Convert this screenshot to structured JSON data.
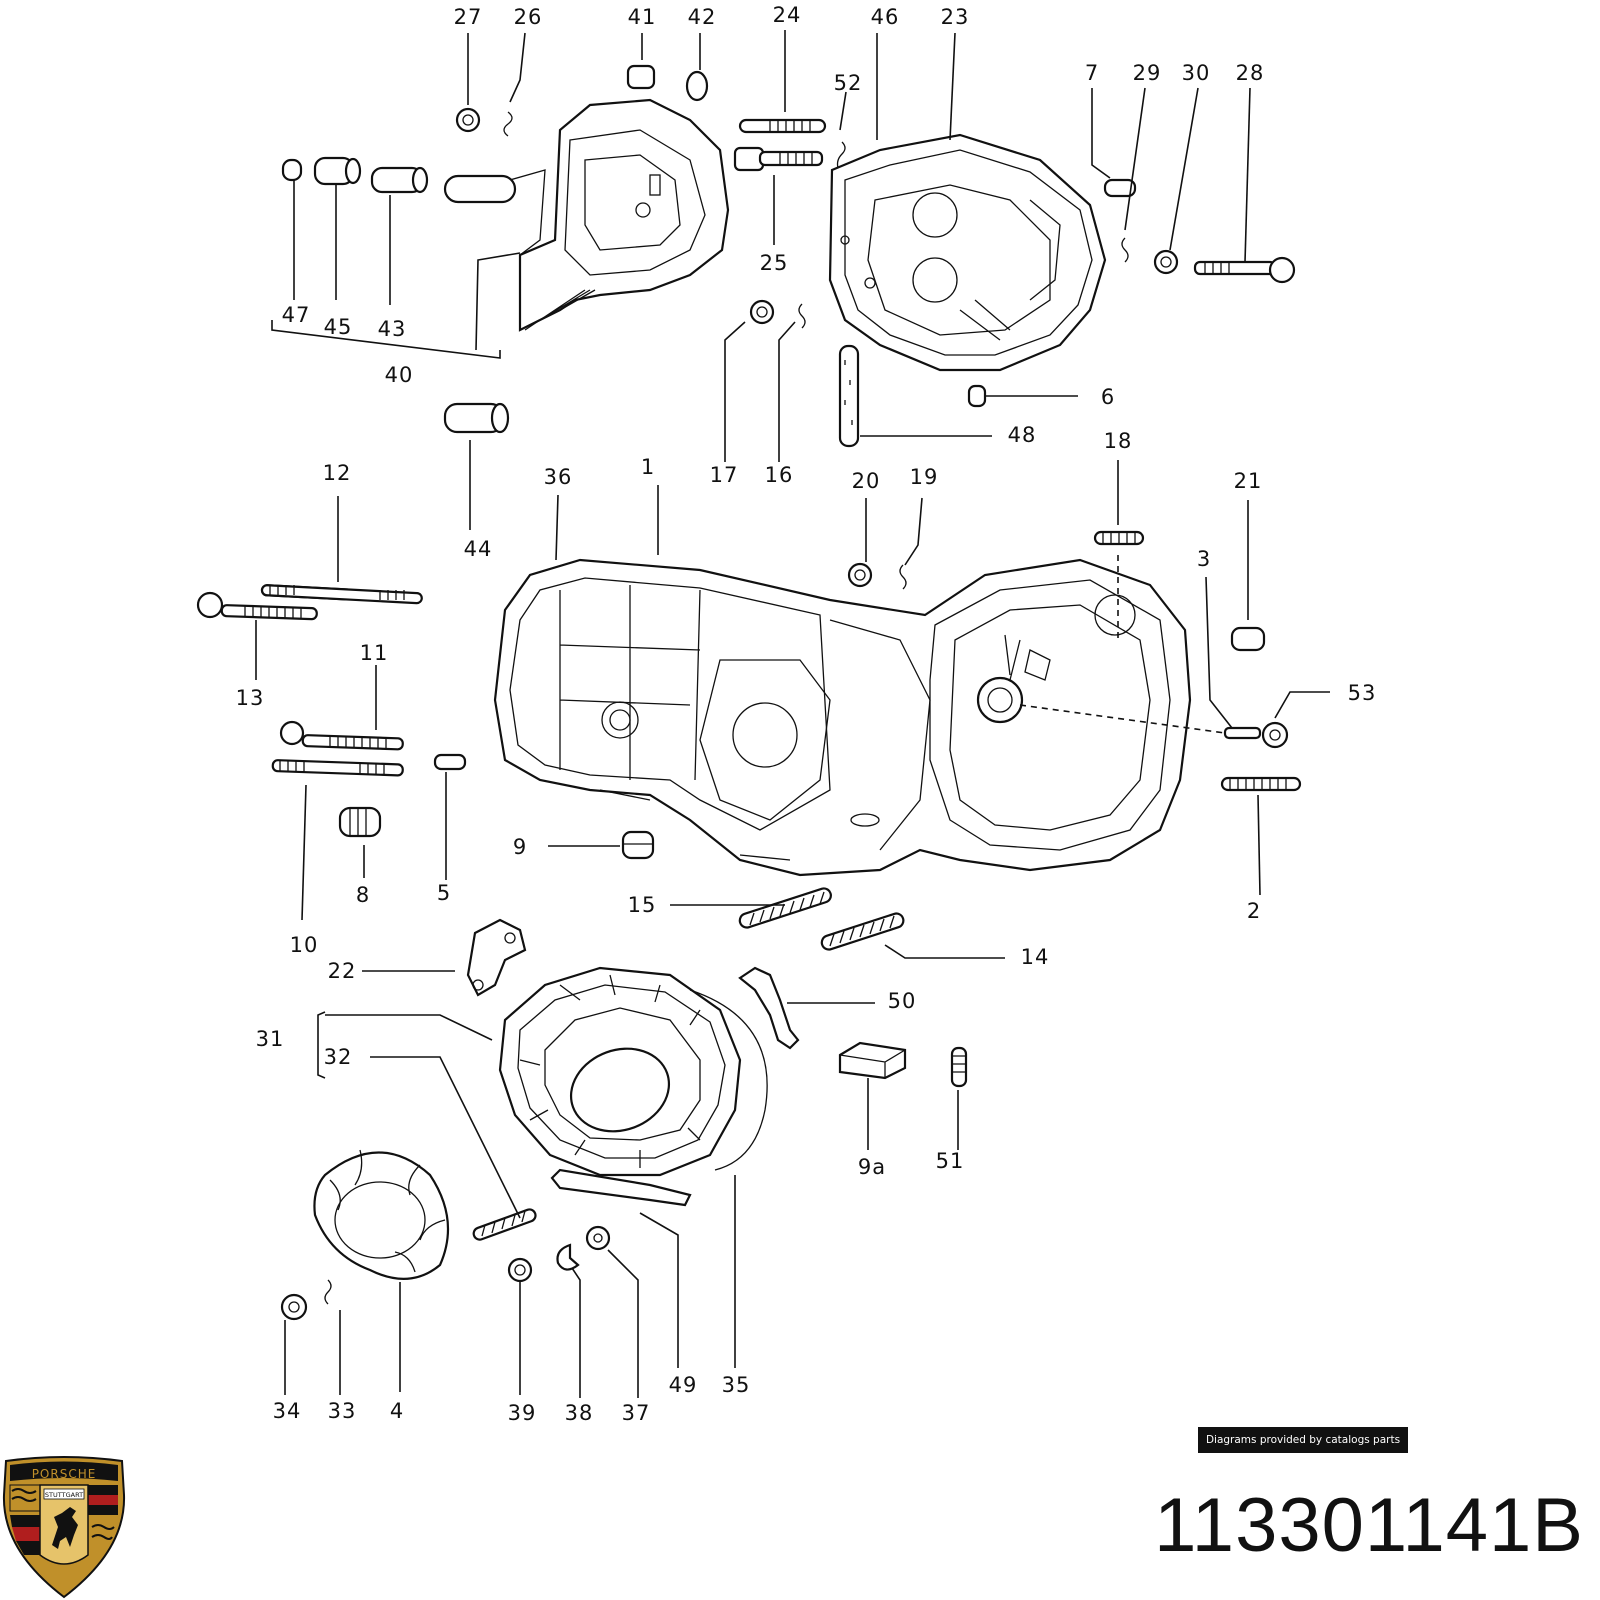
{
  "part_number": "113301141B",
  "credit_text": "Diagrams provided by catalogs parts",
  "logo": {
    "wordmark": "PORSCHE",
    "city": "STUTTGART",
    "colors": [
      "#c0902a",
      "#b01e1e",
      "#111111"
    ]
  },
  "callouts": [
    "1",
    "2",
    "3",
    "4",
    "5",
    "6",
    "7",
    "8",
    "9",
    "9a",
    "10",
    "11",
    "12",
    "13",
    "14",
    "15",
    "16",
    "17",
    "18",
    "19",
    "20",
    "21",
    "22",
    "23",
    "24",
    "25",
    "26",
    "27",
    "28",
    "29",
    "30",
    "31",
    "32",
    "33",
    "34",
    "35",
    "36",
    "37",
    "38",
    "39",
    "40",
    "41",
    "42",
    "43",
    "44",
    "45",
    "46",
    "47",
    "48",
    "49",
    "50",
    "51",
    "52",
    "53"
  ]
}
